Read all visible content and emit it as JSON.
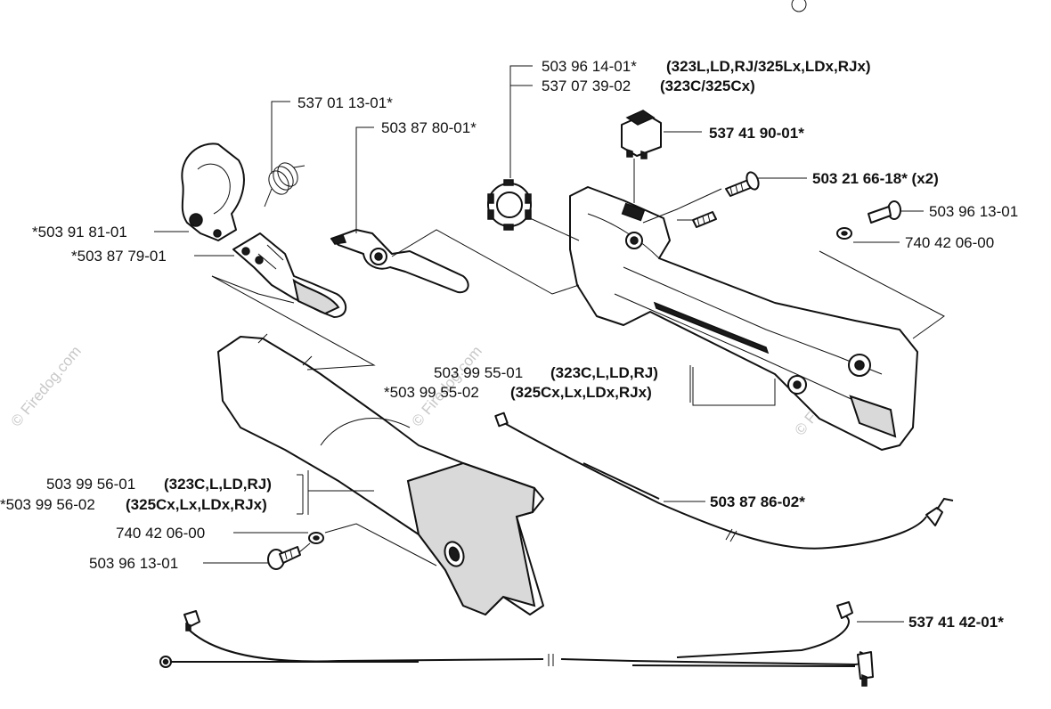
{
  "callouts": {
    "throttle_housing_upper_1": "503 96 14-01*",
    "throttle_housing_upper_1_models": "(323L,LD,RJ/325Lx,LDx,RJx)",
    "throttle_housing_upper_2": "537 07 39-02",
    "throttle_housing_upper_2_models": "(323C/325Cx)",
    "spring": "537 01 13-01*",
    "throttle_trigger": "503 87 80-01*",
    "stop_switch": "537 41 90-01*",
    "screw_top": "503 21 66-18* (x2)",
    "screw_right": "503 96 13-01",
    "washer_right": "740 42 06-00",
    "clamp": "*503 91 81-01",
    "lockout": "*503 87 79-01",
    "handle_half_1": "503 99 55-01",
    "handle_half_1_models": "(323C,L,LD,RJ)",
    "handle_half_2": "*503 99 55-02",
    "handle_half_2_models": "(325Cx,Lx,LDx,RJx)",
    "cover_1": "503 99 56-01",
    "cover_1_models": "(323C,L,LD,RJ)",
    "cover_2": "*503 99 56-02",
    "cover_2_models": "(325Cx,Lx,LDx,RJx)",
    "throttle_cable": "503 87 86-02*",
    "washer_left": "740 42 06-00",
    "screw_left": "503 96 13-01",
    "wire_harness": "537 41 42-01*"
  },
  "watermark": "© Firedog.com",
  "colors": {
    "line": "#111111",
    "fill": "#ffffff",
    "shade": "#d9d9d9",
    "watermark": "#c8c8c8"
  }
}
